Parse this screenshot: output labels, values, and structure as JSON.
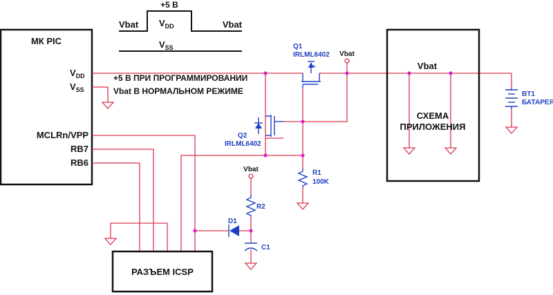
{
  "waveform": {
    "top_label": "+5 В",
    "left_label": "Vbat",
    "right_label": "Vbat",
    "vdd_main": "V",
    "vdd_sub": "DD",
    "vss_main": "V",
    "vss_sub": "SS"
  },
  "mcu": {
    "title": "МК PIC",
    "vdd_main": "V",
    "vdd_sub": "DD",
    "vss_main": "V",
    "vss_sub": "SS",
    "pin_mclr": "MCLRn/VPP",
    "pin_rb7": "RB7",
    "pin_rb6": "RB6"
  },
  "notes": {
    "line1": "+5 В ПРИ ПРОГРАММИРОВАНИИ",
    "line2": "Vbat В НОРМАЛЬНОМ РЕЖИМЕ"
  },
  "q1": {
    "ref": "Q1",
    "part": "IRLML6402"
  },
  "q2": {
    "ref": "Q2",
    "part": "IRLML6402"
  },
  "vbat_q1_label": "Vbat",
  "vbat_bus_label": "Vbat",
  "vbat_r2_label": "Vbat",
  "r1": {
    "ref": "R1",
    "value": "100K"
  },
  "r2": {
    "ref": "R2"
  },
  "d1": {
    "ref": "D1"
  },
  "c1": {
    "ref": "C1"
  },
  "app_box": {
    "line1": "СХЕМА",
    "line2": "ПРИЛОЖЕНИЯ"
  },
  "battery": {
    "ref": "BT1",
    "name": "БАТАРЕЯ"
  },
  "icsp": {
    "label": "РАЗЪЕМ ICSP"
  },
  "colors": {
    "wire": "#d9364f",
    "component": "#1f3fbf",
    "junction": "#e020c0",
    "outline": "#111111"
  }
}
